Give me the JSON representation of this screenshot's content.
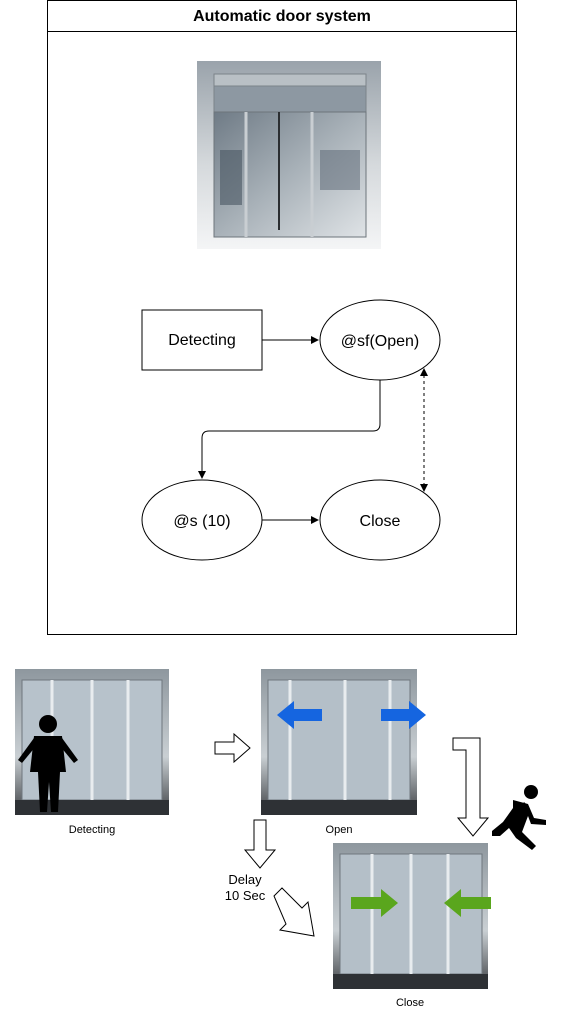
{
  "title": "Automatic door system",
  "nodes": {
    "detecting": "Detecting",
    "open": "@sf(Open)",
    "timer": "@s (10)",
    "close": "Close"
  },
  "illustration": {
    "detecting_caption": "Detecting",
    "open_caption": "Open",
    "close_caption": "Close",
    "delay_line1": "Delay",
    "delay_line2": "10 Sec"
  },
  "colors": {
    "open_arrows": "#1565e0",
    "close_arrows": "#5aa61d"
  }
}
